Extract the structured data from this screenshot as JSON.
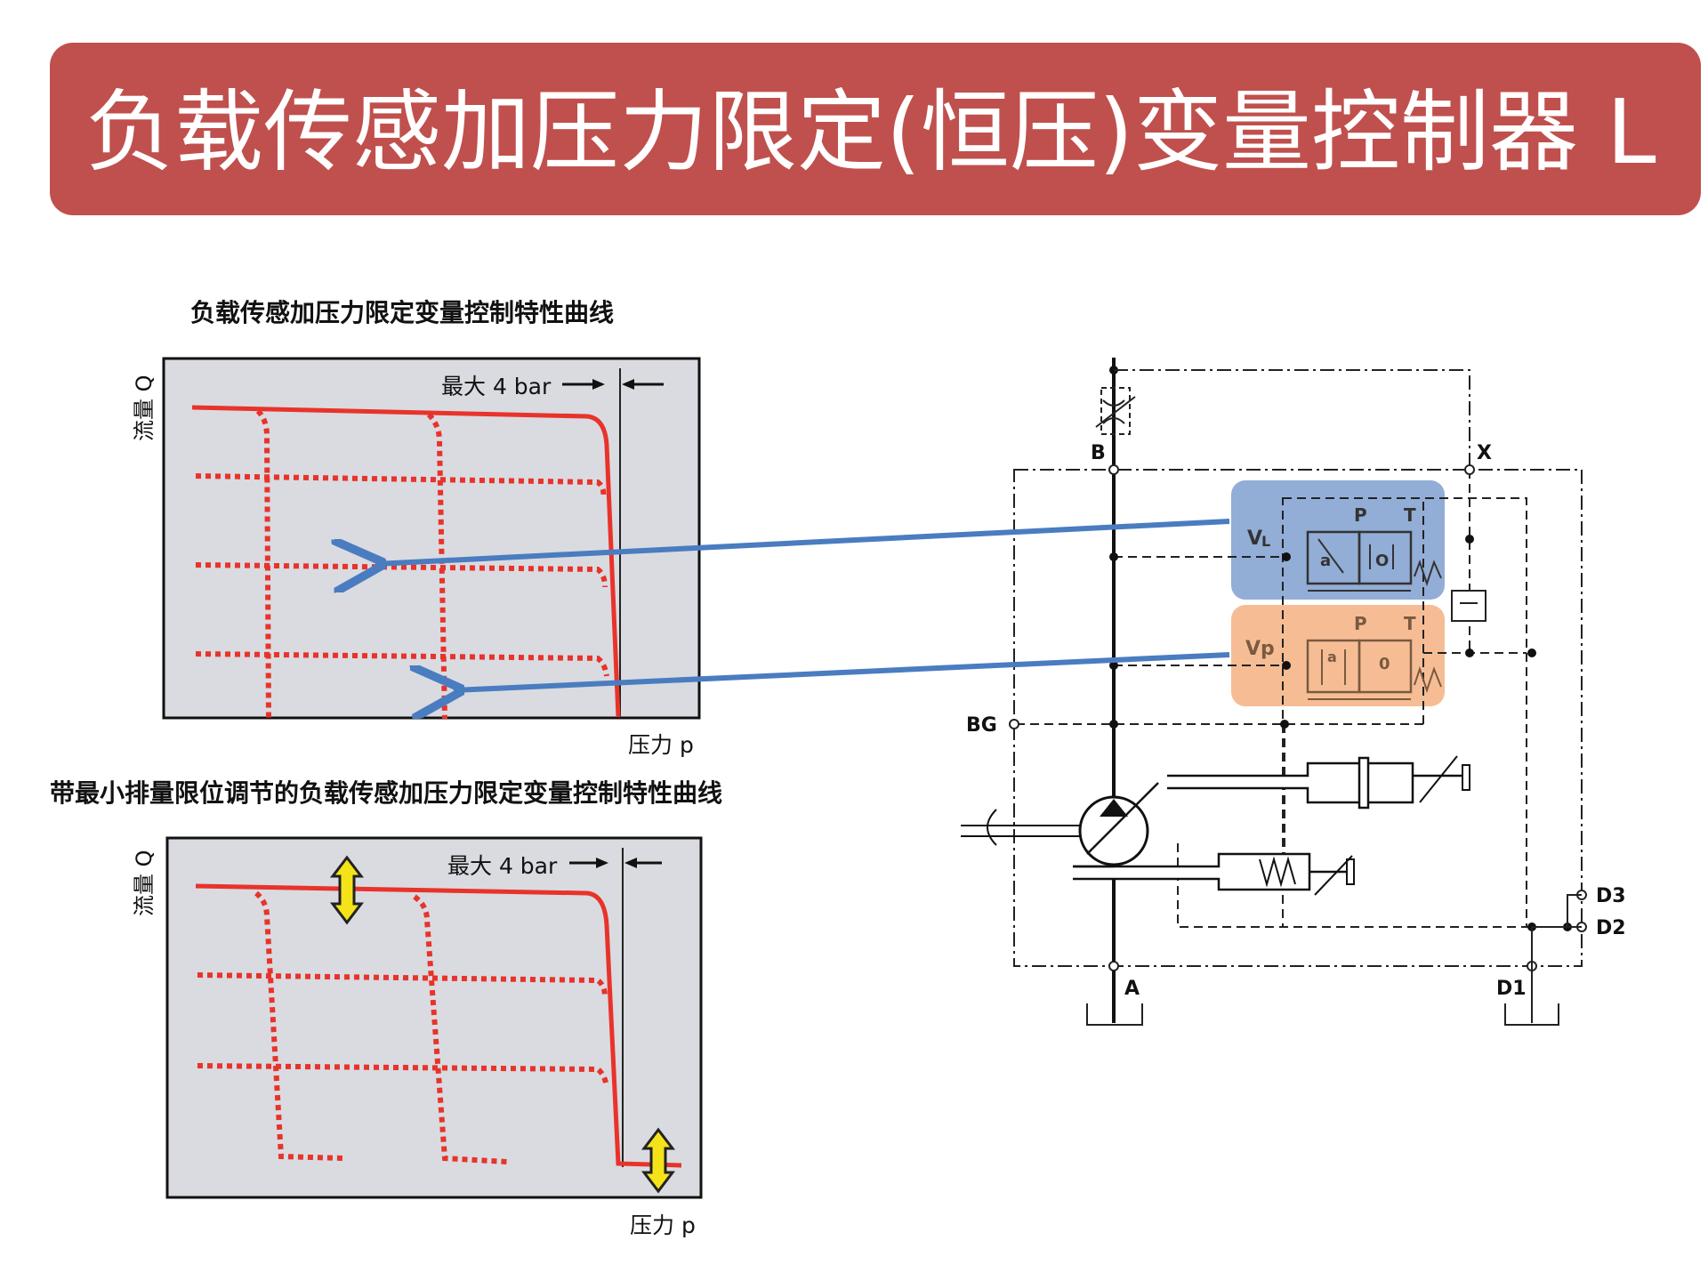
{
  "title": "负载传感加压力限定(恒压)变量控制器 L",
  "colors": {
    "banner": "#c0504d",
    "chart_bg": "#d9dbe0",
    "curve": "#e8332b",
    "arrow": "#4a7cc0",
    "vl_highlight": "#7f9fcf",
    "vp_highlight": "#f4b183",
    "adjust_arrow": "#f5e31a"
  },
  "diagram1": {
    "caption": "负载传感加压力限定变量控制特性曲线",
    "y_axis_label": "流量 Q",
    "x_axis_label": "压力 p",
    "annotation": "最大 4 bar"
  },
  "diagram2": {
    "caption": "带最小排量限位调节的负载传感加压力限定变量控制特性曲线",
    "y_axis_label": "流量 Q",
    "x_axis_label": "压力 p",
    "annotation": "最大 4 bar"
  },
  "schematic": {
    "ports": {
      "B": "B",
      "X": "X",
      "BG": "BG",
      "A": "A",
      "D1": "D1",
      "D2": "D2",
      "D3": "D3"
    },
    "valve_vl": {
      "name_main": "V",
      "name_sub": "L",
      "p": "P",
      "t": "T",
      "a": "a",
      "o": "O"
    },
    "valve_vp": {
      "name": "Vp",
      "p": "P",
      "t": "T",
      "a": "a",
      "zero": "0"
    }
  }
}
